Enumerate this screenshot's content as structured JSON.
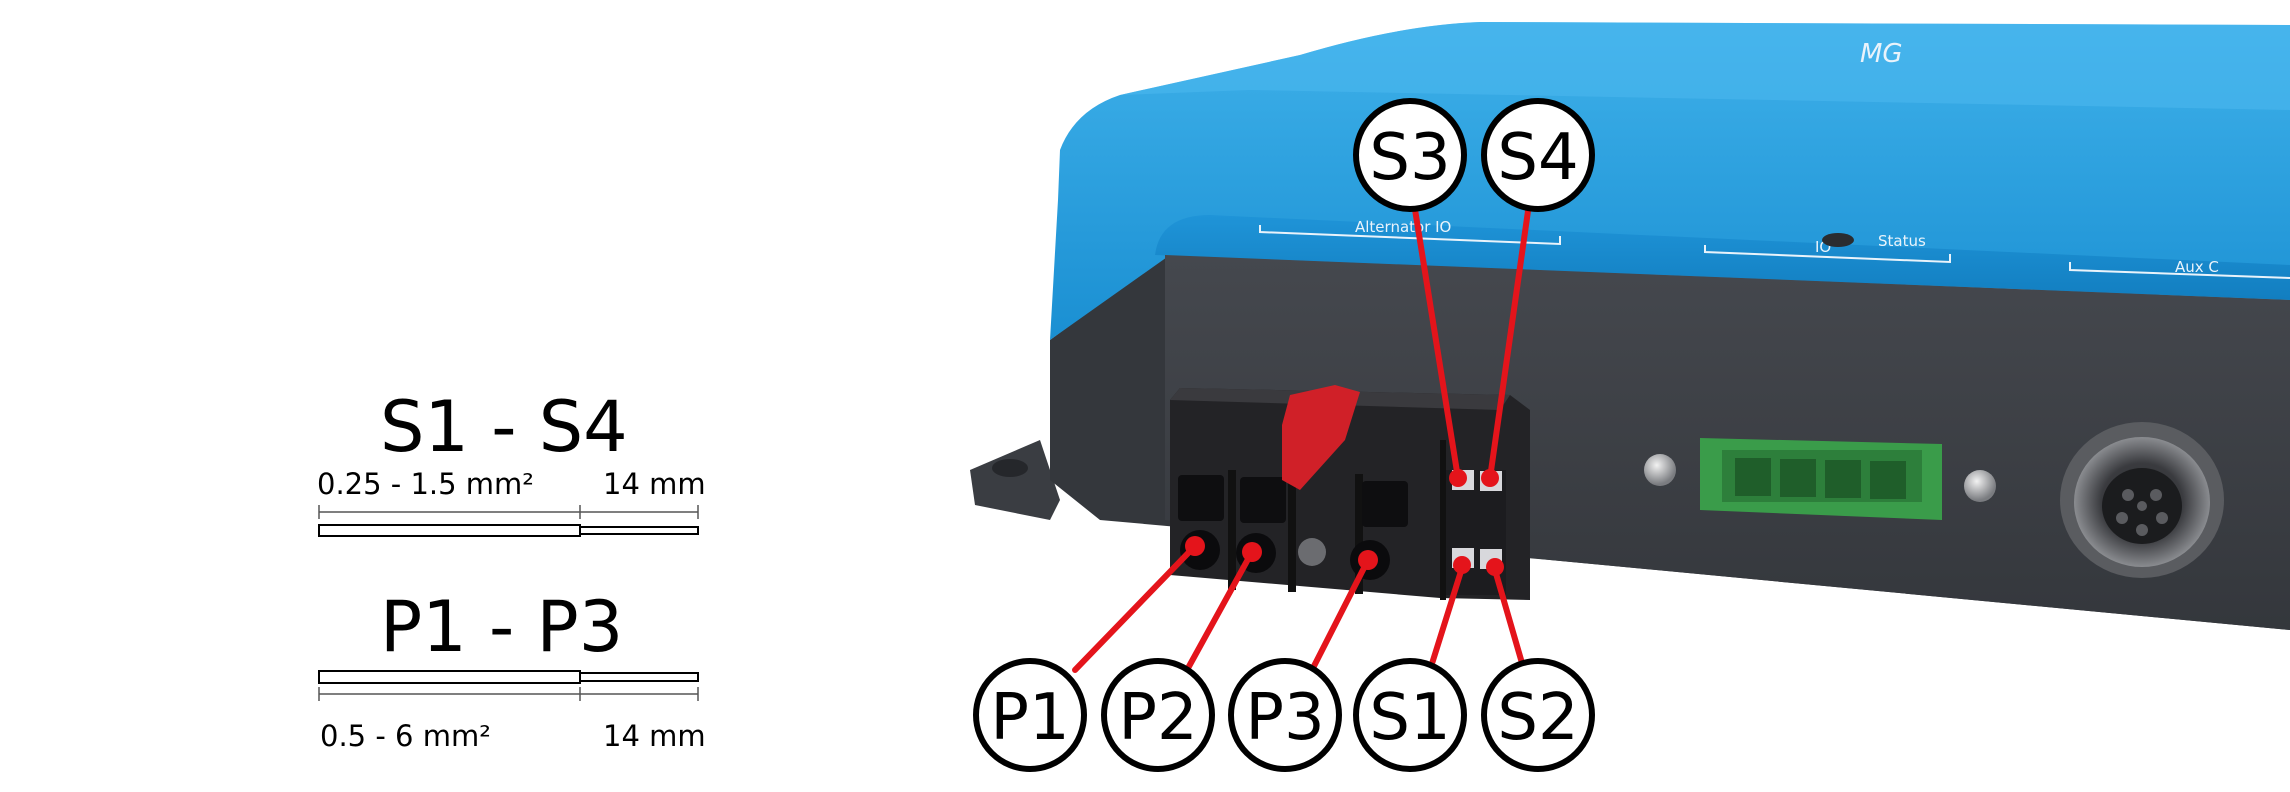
{
  "specs": {
    "s_group": {
      "title": "S1 - S4",
      "gauge": "0.25 - 1.5 mm²",
      "strip": "14 mm"
    },
    "p_group": {
      "title": "P1 - P3",
      "gauge": "0.5 - 6 mm²",
      "strip": "14 mm"
    }
  },
  "device": {
    "logo": "MG",
    "silkscreen": {
      "alternator_io": "Alternator IO",
      "io": "IO",
      "status": "Status",
      "aux": "Aux C"
    }
  },
  "terminals": {
    "top": [
      {
        "label": "S3"
      },
      {
        "label": "S4"
      }
    ],
    "bottom": [
      {
        "label": "P1"
      },
      {
        "label": "P2"
      },
      {
        "label": "P3"
      },
      {
        "label": "S1"
      },
      {
        "label": "S2"
      }
    ]
  },
  "colors": {
    "housing_blue": "#1e97d9",
    "housing_dark": "#3c3f45",
    "callout_red": "#e4141b",
    "terminal_black": "#232326",
    "lever_red": "#d02028",
    "green_connector": "#3a9c4a"
  }
}
